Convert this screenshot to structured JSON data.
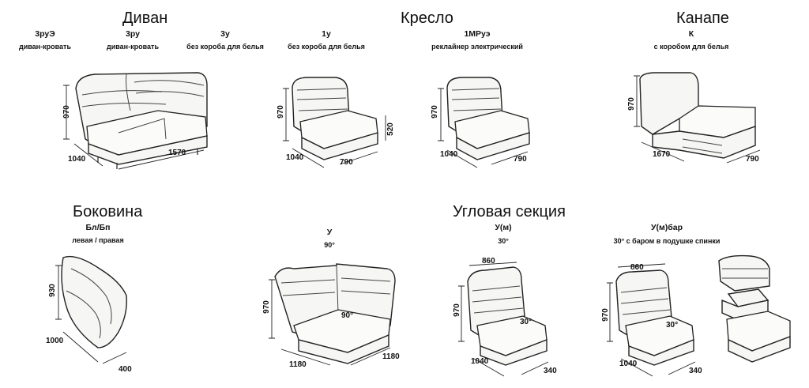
{
  "sections": {
    "divan": "Диван",
    "kreslo": "Кресло",
    "kanape": "Канапе",
    "bokovina": "Боковина",
    "uglovaya": "Угловая секция"
  },
  "items": [
    {
      "code": "3руЭ",
      "desc": "диван-кровать"
    },
    {
      "code": "3ру",
      "desc": "диван-кровать"
    },
    {
      "code": "3у",
      "desc": "без короба для белья"
    },
    {
      "code": "1у",
      "desc": "без короба для белья"
    },
    {
      "code": "1МРуэ",
      "desc": "реклайнер электрический"
    },
    {
      "code": "К",
      "desc": "с коробом для белья"
    },
    {
      "code": "Бл/Бп",
      "desc": "левая / правая"
    },
    {
      "code": "У",
      "desc": "90°"
    },
    {
      "code": "У(м)",
      "desc": "30°"
    },
    {
      "code": "У(м)бар",
      "desc": "30° с баром в подушке спинки"
    }
  ],
  "dims": {
    "sofa": {
      "h": "970",
      "d": "1040",
      "w": "1570"
    },
    "chair1": {
      "h": "970",
      "d": "1040",
      "w": "790",
      "seat": "520"
    },
    "chair2": {
      "h": "970",
      "d": "1040",
      "w": "790"
    },
    "kanape": {
      "h": "970",
      "d": "1670",
      "w": "790"
    },
    "side": {
      "h": "930",
      "d": "1000",
      "w": "400"
    },
    "corner": {
      "h": "970",
      "a": "1180",
      "b": "1180",
      "angle": "90°"
    },
    "cornerM": {
      "top": "860",
      "h": "970",
      "d": "1040",
      "w": "340",
      "angle": "30°"
    },
    "cornerBar": {
      "top": "860",
      "h": "970",
      "d": "1040",
      "w": "340",
      "angle": "30°"
    }
  }
}
